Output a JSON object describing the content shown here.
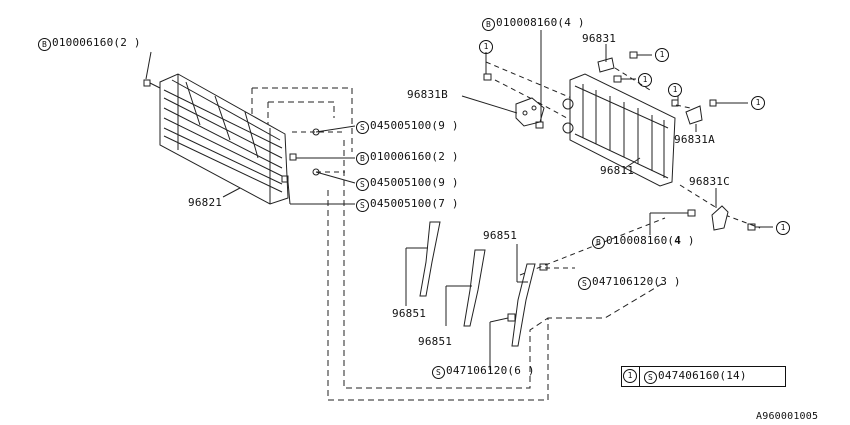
{
  "diagram_id": "A960001005",
  "legend": {
    "marker": "1",
    "prefix": "S",
    "code": "047406160",
    "qty": "14"
  },
  "callouts": {
    "b_top_left": {
      "prefix": "B",
      "code": "010006160",
      "qty": "2"
    },
    "b_top_center": {
      "prefix": "B",
      "code": "010008160",
      "qty": "4"
    },
    "s1": {
      "prefix": "S",
      "code": "045005100",
      "qty": "9"
    },
    "b_mid": {
      "prefix": "B",
      "code": "010006160",
      "qty": "2"
    },
    "s2": {
      "prefix": "S",
      "code": "045005100",
      "qty": "9"
    },
    "s3": {
      "prefix": "S",
      "code": "045005100",
      "qty": "7"
    },
    "b_right": {
      "prefix": "B",
      "code": "010008160",
      "qty": "4"
    },
    "s_right": {
      "prefix": "S",
      "code": "047106120",
      "qty": "3"
    },
    "s_bottom": {
      "prefix": "S",
      "code": "047106120",
      "qty": "6"
    }
  },
  "part_numbers": {
    "p96821": "96821",
    "p96831": "96831",
    "p96831B": "96831B",
    "p96831A": "96831A",
    "p96811": "96811",
    "p96831C": "96831C",
    "p96851_a": "96851",
    "p96851_b": "96851",
    "p96851_c": "96851"
  },
  "markers": {
    "m1": "1",
    "m2": "1",
    "m3": "1",
    "m4": "1",
    "m5": "1",
    "m6": "1",
    "m7": "1"
  }
}
